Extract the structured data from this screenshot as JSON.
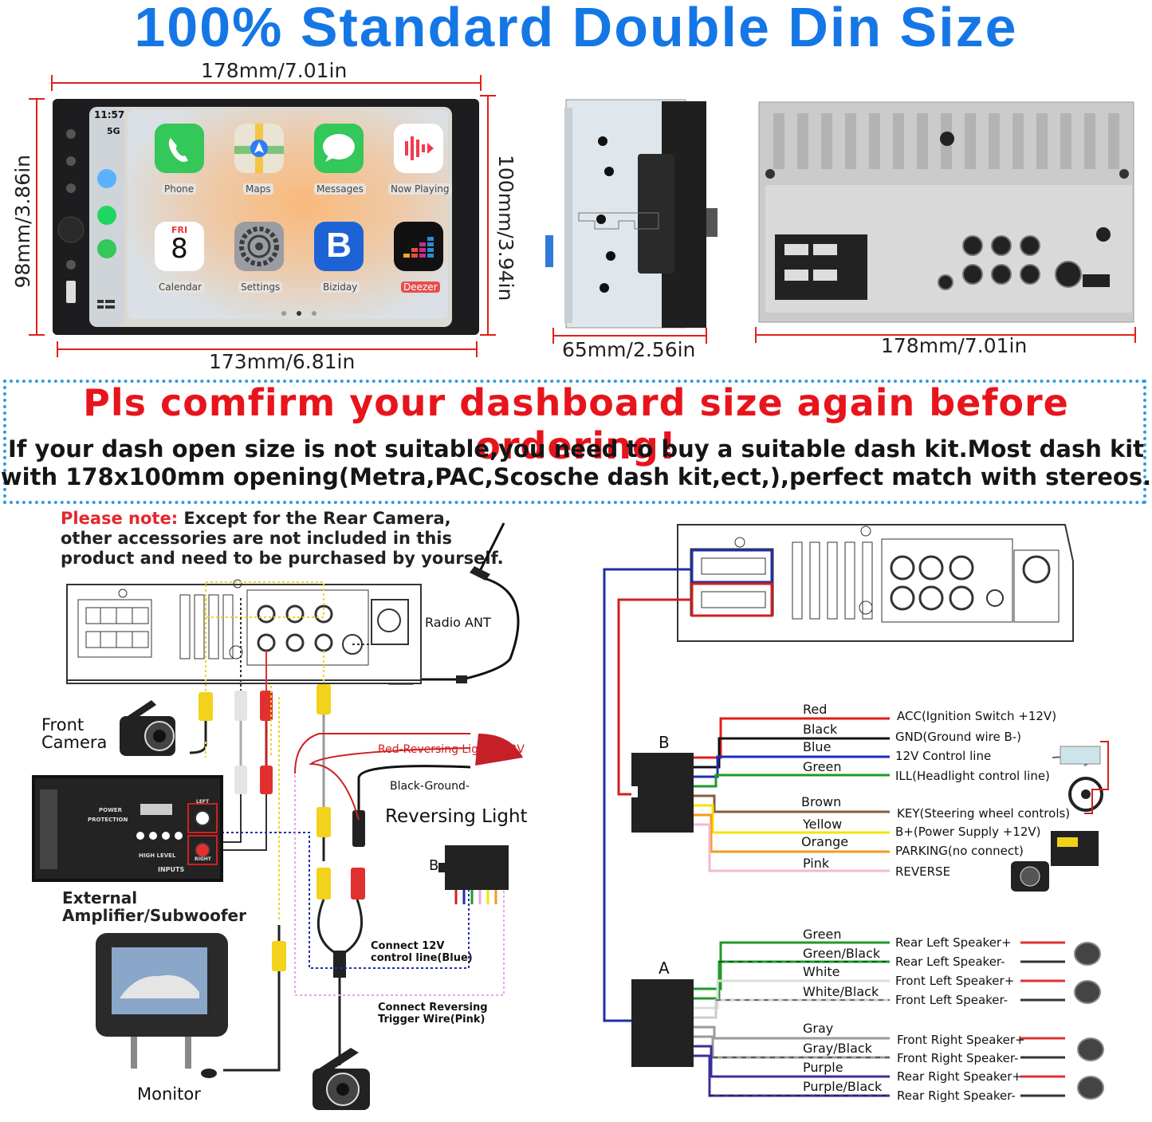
{
  "title": "100% Standard Double Din Size",
  "dimensions": {
    "front_width": "178mm/7.01in",
    "front_height_left": "98mm/3.86in",
    "front_height_right": "100mm/3.94in",
    "front_bottom_width": "173mm/6.81in",
    "side_depth": "65mm/2.56in",
    "back_width": "178mm/7.01in"
  },
  "screen": {
    "time": "11:57",
    "signal": "5G",
    "apps": [
      "Phone",
      "Maps",
      "Messages",
      "Now Playing",
      "Calendar",
      "Settings",
      "Biziday",
      "Deezer"
    ],
    "calendar_day": "FRI",
    "calendar_date": "8",
    "biziday_letter": "B"
  },
  "notice": {
    "warning": "Pls comfirm your dashboard size again before ordering!",
    "line1": "If your dash open size is not suitable,you need to buy a suitable dash kit.Most dash kit",
    "line2": "with 178x100mm opening(Metra,PAC,Scosche dash kit,ect,),perfect match with stereos."
  },
  "note": {
    "lead": "Please note:",
    "body": " Except for the Rear Camera, other accessories are not included in this product and need to be purchased by yourself."
  },
  "left_diagram": {
    "radio_ant": "Radio ANT",
    "front_camera": "Front Camera",
    "amplifier": "External Amplifier/Subwoofer",
    "monitor": "Monitor",
    "red_reversing": "Red-Reversing Light +12V",
    "black_ground": "Black-Ground-",
    "reversing_light": "Reversing Light",
    "b_label": "B",
    "connect_12v": "Connect 12V control line(Blue)",
    "connect_reversing": "Connect Reversing Trigger Wire(Pink)",
    "amp_power": "POWER",
    "amp_protection": "PROTECTION",
    "amp_high_level": "HIGH LEVEL",
    "amp_inputs": "INPUTS",
    "amp_left": "LEFT",
    "amp_right": "RIGHT"
  },
  "harness_b": {
    "label": "B",
    "wires": [
      {
        "color": "Red",
        "hex": "#e31b1b",
        "function": "ACC(Ignition Switch +12V)"
      },
      {
        "color": "Black",
        "hex": "#111111",
        "function": "GND(Ground wire B-)"
      },
      {
        "color": "Blue",
        "hex": "#1a2fb8",
        "function": "12V Control line"
      },
      {
        "color": "Green",
        "hex": "#1f9a2a",
        "function": "ILL(Headlight control line)"
      },
      {
        "color": "Brown",
        "hex": "#8a5a3c",
        "function": "KEY(Steering wheel controls)"
      },
      {
        "color": "Yellow",
        "hex": "#f2e600",
        "function": "B+(Power Supply +12V)"
      },
      {
        "color": "Orange",
        "hex": "#f59a1c",
        "function": "PARKING(no connect)"
      },
      {
        "color": "Pink",
        "hex": "#f3b8cf",
        "function": "REVERSE"
      }
    ]
  },
  "harness_a": {
    "label": "A",
    "wires": [
      {
        "color": "Green",
        "hex": "#1f9a2a",
        "function": "Rear Left Speaker+"
      },
      {
        "color": "Green/Black",
        "hex": "#1f9a2a",
        "function": "Rear Left Speaker-"
      },
      {
        "color": "White",
        "hex": "#dddddd",
        "function": "Front Left Speaker+"
      },
      {
        "color": "White/Black",
        "hex": "#cccccc",
        "function": "Front Left Speaker-"
      },
      {
        "color": "Gray",
        "hex": "#9a9a9a",
        "function": "Front Right Speaker+"
      },
      {
        "color": "Gray/Black",
        "hex": "#9a9a9a",
        "function": "Front Right Speaker-"
      },
      {
        "color": "Purple",
        "hex": "#3a2f9a",
        "function": "Rear Right Speaker+"
      },
      {
        "color": "Purple/Black",
        "hex": "#3a2f9a",
        "function": "Rear Right Speaker-"
      }
    ]
  },
  "colors": {
    "title_blue": "#1577e6",
    "warning_red": "#e8141c",
    "notice_border": "#2f9be0",
    "dim_red": "#e0201c"
  }
}
